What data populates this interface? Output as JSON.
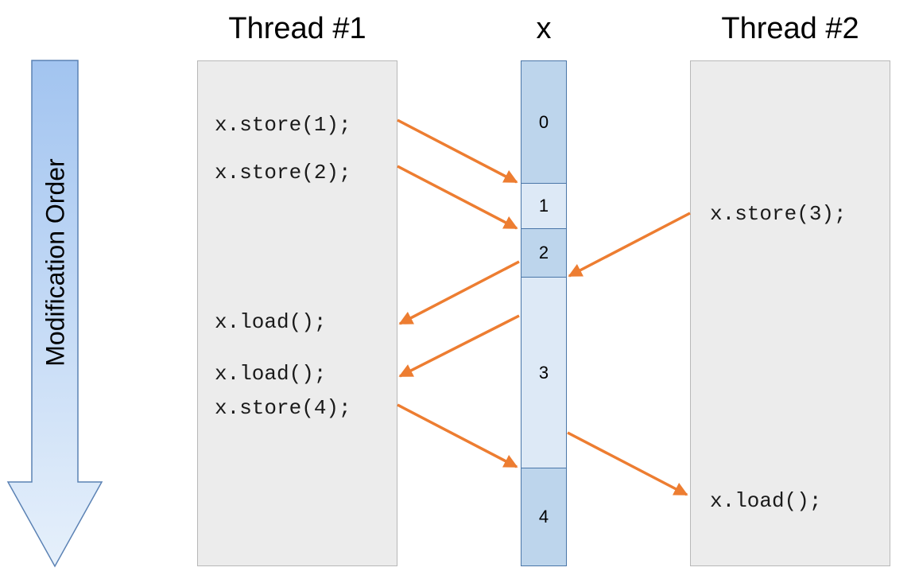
{
  "columns": {
    "thread1": "Thread #1",
    "x": "x",
    "thread2": "Thread #2"
  },
  "order_label": "Modification Order",
  "thread1_ops": [
    "x.store(1);",
    "x.store(2);",
    "x.load();",
    "x.load();",
    "x.store(4);"
  ],
  "thread2_ops": [
    "x.store(3);",
    "x.load();"
  ],
  "x_values": [
    "0",
    "1",
    "2",
    "3",
    "4"
  ],
  "colors": {
    "arrow": "#ed7d31",
    "cell_border": "#4a76a8",
    "cell_dark": "#bdd5ec",
    "cell_light": "#dde9f6",
    "thread_box": "#ececec",
    "order_arrow_top": "#a2c4f0",
    "order_arrow_bottom": "#e6f0fb"
  }
}
